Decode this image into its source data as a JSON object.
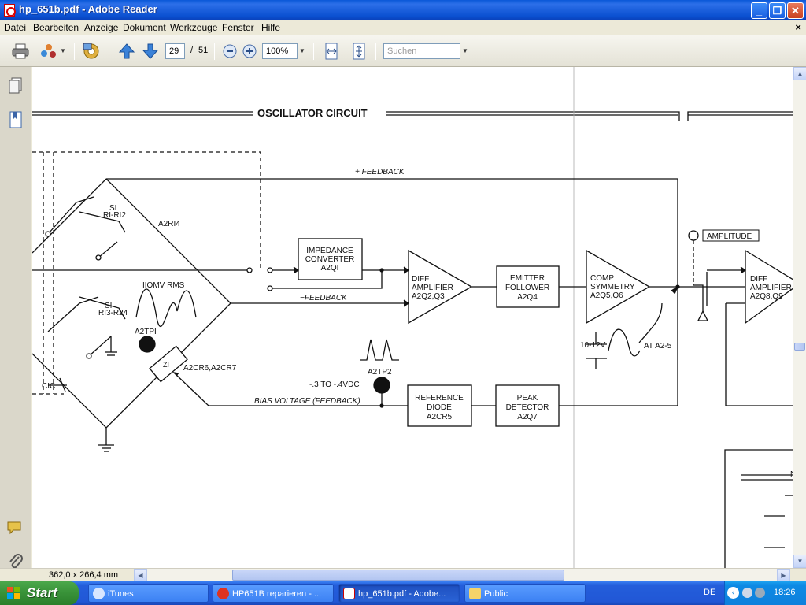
{
  "window": {
    "title": "hp_651b.pdf - Adobe Reader"
  },
  "menu": {
    "items": [
      "Datei",
      "Bearbeiten",
      "Anzeige",
      "Dokument",
      "Werkzeuge",
      "Fenster",
      "Hilfe"
    ],
    "close": "×"
  },
  "toolbar": {
    "page_current": "29",
    "page_sep": "/",
    "page_total": "51",
    "zoom": "100%",
    "search_placeholder": "Suchen"
  },
  "status": {
    "page_size": "362,0 x 266,4 mm"
  },
  "schematic": {
    "section_title": "OSCILLATOR CIRCUIT",
    "plus_feedback": "+ FEEDBACK",
    "minus_feedback": "−FEEDBACK",
    "bias_voltage": "BIAS  VOLTAGE (FEEDBACK)",
    "amplitude": "AMPLITUDE",
    "s1_a": "SI",
    "r1_r12": "RI-RI2",
    "s1_b": "SI",
    "r13_r24": "RI3-R24",
    "a2r14": "A2RI4",
    "wave_label": "IIOMV RMS",
    "a2tp1": "A2TPI",
    "a2tp2": "A2TP2",
    "z1": "ZI",
    "a2cr": "A2CR6,A2CR7",
    "c1c": "CIC",
    "dc_level": "-.3 TO -.4VDC",
    "sine_amp": "10-12V",
    "at_a25": "AT A2-5",
    "imp_conv": [
      "IMPEDANCE",
      "CONVERTER",
      "A2QI"
    ],
    "diff_amp1": [
      "DIFF",
      "AMPLIFIER",
      "A2Q2,Q3"
    ],
    "emitter": [
      "EMITTER",
      "FOLLOWER",
      "A2Q4"
    ],
    "comp_sym": [
      "COMP",
      "SYMMETRY",
      "A2Q5,Q6"
    ],
    "diff_amp2": [
      "DIFF",
      "AMPLIFIER",
      "A2Q8,Q9"
    ],
    "ref_diode": [
      "REFERENCE",
      "DIODE",
      "A2CR5"
    ],
    "peak_det": [
      "PEAK",
      "DETECTOR",
      "A2Q7"
    ],
    "partial_n": "N"
  },
  "taskbar": {
    "start": "Start",
    "tasks": [
      "iTunes",
      "HP651B reparieren - ...",
      "hp_651b.pdf - Adobe...",
      "Public"
    ],
    "lang": "DE",
    "clock": "18:26"
  },
  "colors": {
    "titlebar": "#0a4fd0",
    "taskbar": "#245edb",
    "start": "#389138"
  }
}
